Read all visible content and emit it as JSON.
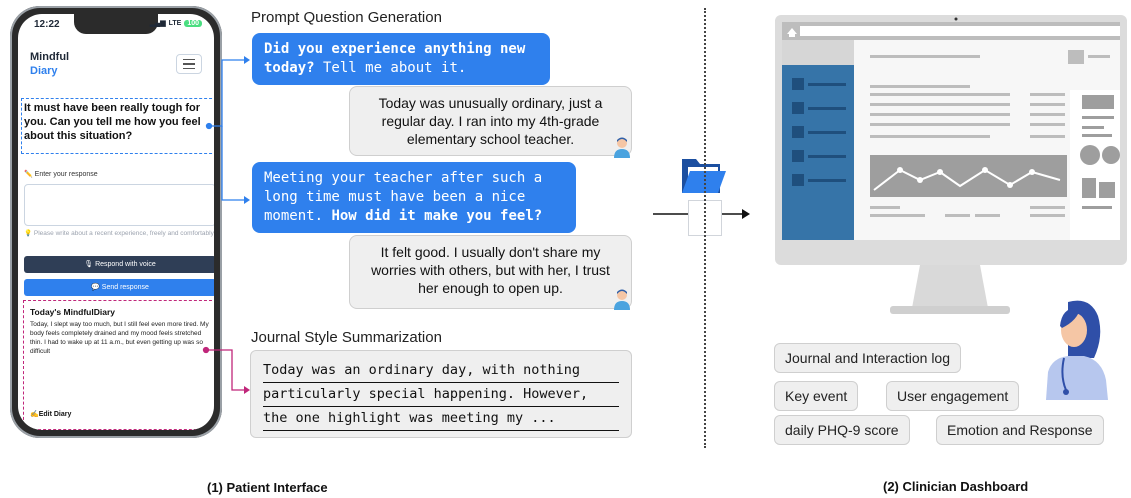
{
  "phone": {
    "time": "12:22",
    "network": "LTE",
    "battery": "100",
    "brand_line1": "Mindful",
    "brand_line2": "Diary",
    "question": "It must have been really tough for you. Can you tell me how you feel about this situation?",
    "enter_label": "✏️ Enter your response",
    "hint": "💡 Please write about a recent experience, freely and comfortably.",
    "voice_button": "🎙 Respond with voice",
    "send_button": "💬 Send response",
    "diary_title": "Today's MindfulDiary",
    "diary_text": "Today, I slept way too much, but I still feel even more tired. My body feels completely drained and my mood feels stretched thin. I had to wake up at 11 a.m., but even getting up was so difficult",
    "edit_label": "✍️Edit Diary"
  },
  "chat": {
    "title_prompt": "Prompt Question Generation",
    "bot1_plain_before": "",
    "bot1_bold": "Did you experience anything new today?",
    "bot1_plain_after": " Tell me about it.",
    "user1": "Today was unusually ordinary, just a regular day. I ran into my 4th-grade elementary school teacher.",
    "bot2_plain": "Meeting your teacher after such a long time must have been a nice moment.",
    "bot2_bold": "How did it make you feel?",
    "user2": "It felt good. I usually don't share my worries with others, but with her, I trust her enough to open up.",
    "title_summary": "Journal Style Summarization",
    "summary_lines": [
      "Today was an ordinary day, with nothing",
      "particularly special happening. However,",
      "the one highlight was meeting my ..."
    ]
  },
  "dashboard": {
    "tags": [
      "Journal and Interaction log",
      "Key event",
      "User engagement",
      "daily PHQ-9 score",
      "Emotion and Response"
    ]
  },
  "captions": {
    "left": "(1) Patient Interface",
    "right": "(2) Clinician Dashboard"
  },
  "colors": {
    "accent_blue": "#2f80ed",
    "diary_border": "#c0267a",
    "monitor_sidebar": "#3674a8",
    "folder": "#2f80ed"
  }
}
